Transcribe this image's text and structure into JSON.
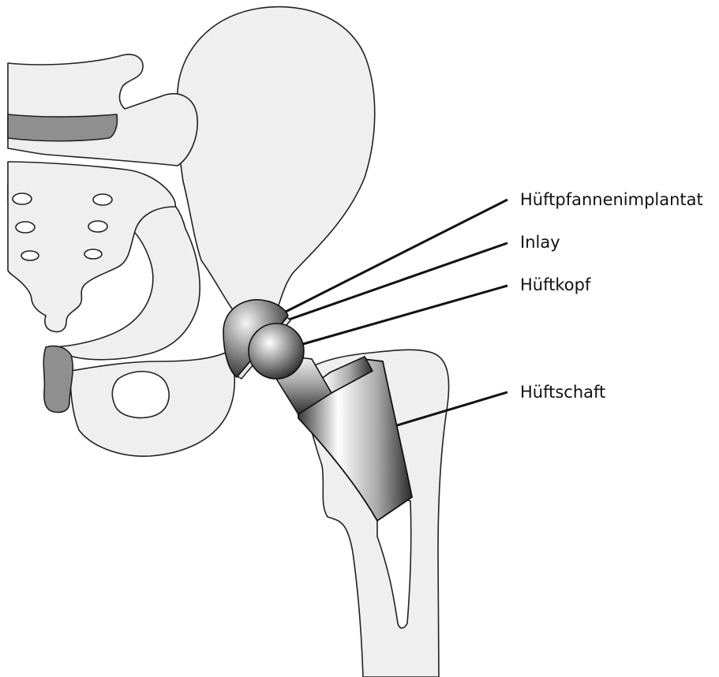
{
  "labels": {
    "cup": "Hüftpfannenimplantat",
    "inlay": "Inlay",
    "head": "Hüftkopf",
    "stem": "Hüftschaft"
  },
  "colors": {
    "bone_fill": "#efefef",
    "outline": "#222222",
    "cartilage": "#8f8f8f",
    "metal_light": "#ffffff",
    "metal_dark": "#2a2a2a"
  }
}
